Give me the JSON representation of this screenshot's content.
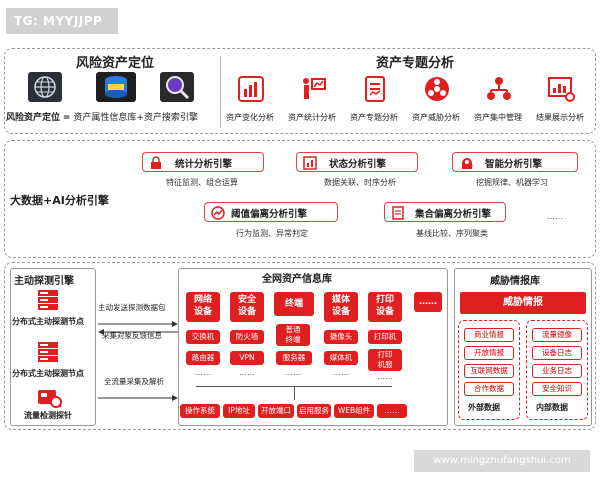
{
  "tag": "TG: MYYJJPP",
  "top": {
    "left_title": "风险资产定位",
    "right_title": "资产专题分析",
    "formula": {
      "left": "风险资产定位",
      "eq": "=",
      "a": "资产属性信息库",
      "plus": "+",
      "b": "资产搜索引擎"
    },
    "analysis_items": [
      "资产变化分析",
      "资产统计分析",
      "资产专题分析",
      "资产威胁分析",
      "资产集中管理",
      "结果展示分析"
    ]
  },
  "middle": {
    "label": "大数据+AI分析引擎",
    "engines": [
      {
        "title": "统计分析引擎",
        "desc": "特征监测、组合运算"
      },
      {
        "title": "状态分析引擎",
        "desc": "数据关联、时序分析"
      },
      {
        "title": "智能分析引擎",
        "desc": "挖掘规律、机器学习"
      },
      {
        "title": "阈值偏离分析引擎",
        "desc": "行为监测、异常判定"
      },
      {
        "title": "集合偏离分析引擎",
        "desc": "基线比较、序列聚类"
      }
    ],
    "more": "……"
  },
  "bottom": {
    "probe_title": "主动探测引擎",
    "probe_items": [
      "分布式主动探测节点",
      "分布式主动探测节点",
      "流量检测探针"
    ],
    "arrow_labels": [
      "主动发送探测数据包",
      "采集对象反馈信息",
      "全流量采集及解析"
    ],
    "inventory_title": "全网资产信息库",
    "categories": [
      {
        "name": "网络设备",
        "subs": [
          "交换机",
          "路由器",
          "……"
        ]
      },
      {
        "name": "安全设备",
        "subs": [
          "防火墙",
          "VPN",
          "……"
        ]
      },
      {
        "name": "终端",
        "subs": [
          "普通终端",
          "服务器",
          "……"
        ]
      },
      {
        "name": "媒体设备",
        "subs": [
          "摄像头",
          "媒体机",
          "……"
        ]
      },
      {
        "name": "打印设备",
        "subs": [
          "打印机",
          "打印机服务器",
          "……"
        ]
      },
      {
        "name": "……",
        "subs": []
      }
    ],
    "attributes": [
      "操作系统",
      "IP地址",
      "开放端口",
      "启用服务",
      "WEB组件",
      "……"
    ],
    "threat_title": "威胁情报库",
    "threat_head": "威胁情报",
    "external": {
      "items": [
        "商业情报",
        "开放情报",
        "互联网数据",
        "合作数据"
      ],
      "label": "外部数据"
    },
    "internal": {
      "items": [
        "流量镜像",
        "设备日志",
        "业务日志",
        "安全知识"
      ],
      "label": "内部数据"
    }
  },
  "watermark": "www.mingzhufangshui.com",
  "colors": {
    "accent": "#e02020",
    "tag_bg": "#d1d1d1"
  }
}
